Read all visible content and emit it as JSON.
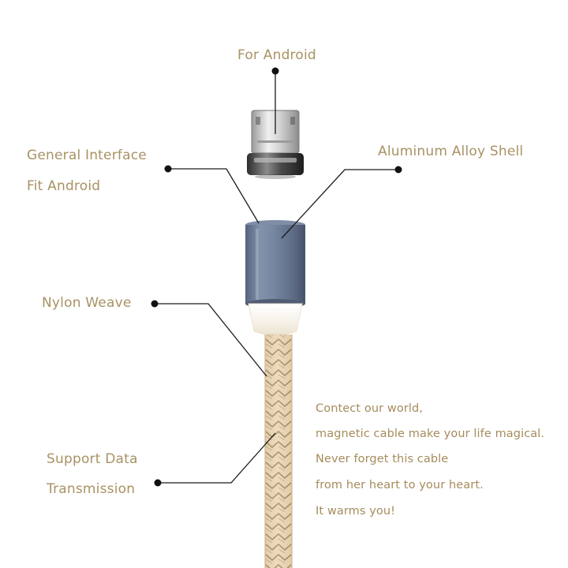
{
  "labels": {
    "for_android": "For Android",
    "general_interface": "General Interface",
    "fit_android": "Fit Android",
    "aluminum_shell": "Aluminum Alloy Shell",
    "nylon_weave": "Nylon Weave",
    "support_data": "Support Data",
    "transmission": "Transmission"
  },
  "message": {
    "line1": "Contect our world,",
    "line2": "magnetic cable make your life magical.",
    "line3": "Never forget this cable",
    "line4": "from her heart to your heart.",
    "line5": "It warms you!"
  },
  "colors": {
    "label_text": "#a89264",
    "leader_line": "#1a1a1a",
    "shell": "#6f7f99",
    "braid": "#e3cfae",
    "connector_tip": "#c7c7c7"
  }
}
